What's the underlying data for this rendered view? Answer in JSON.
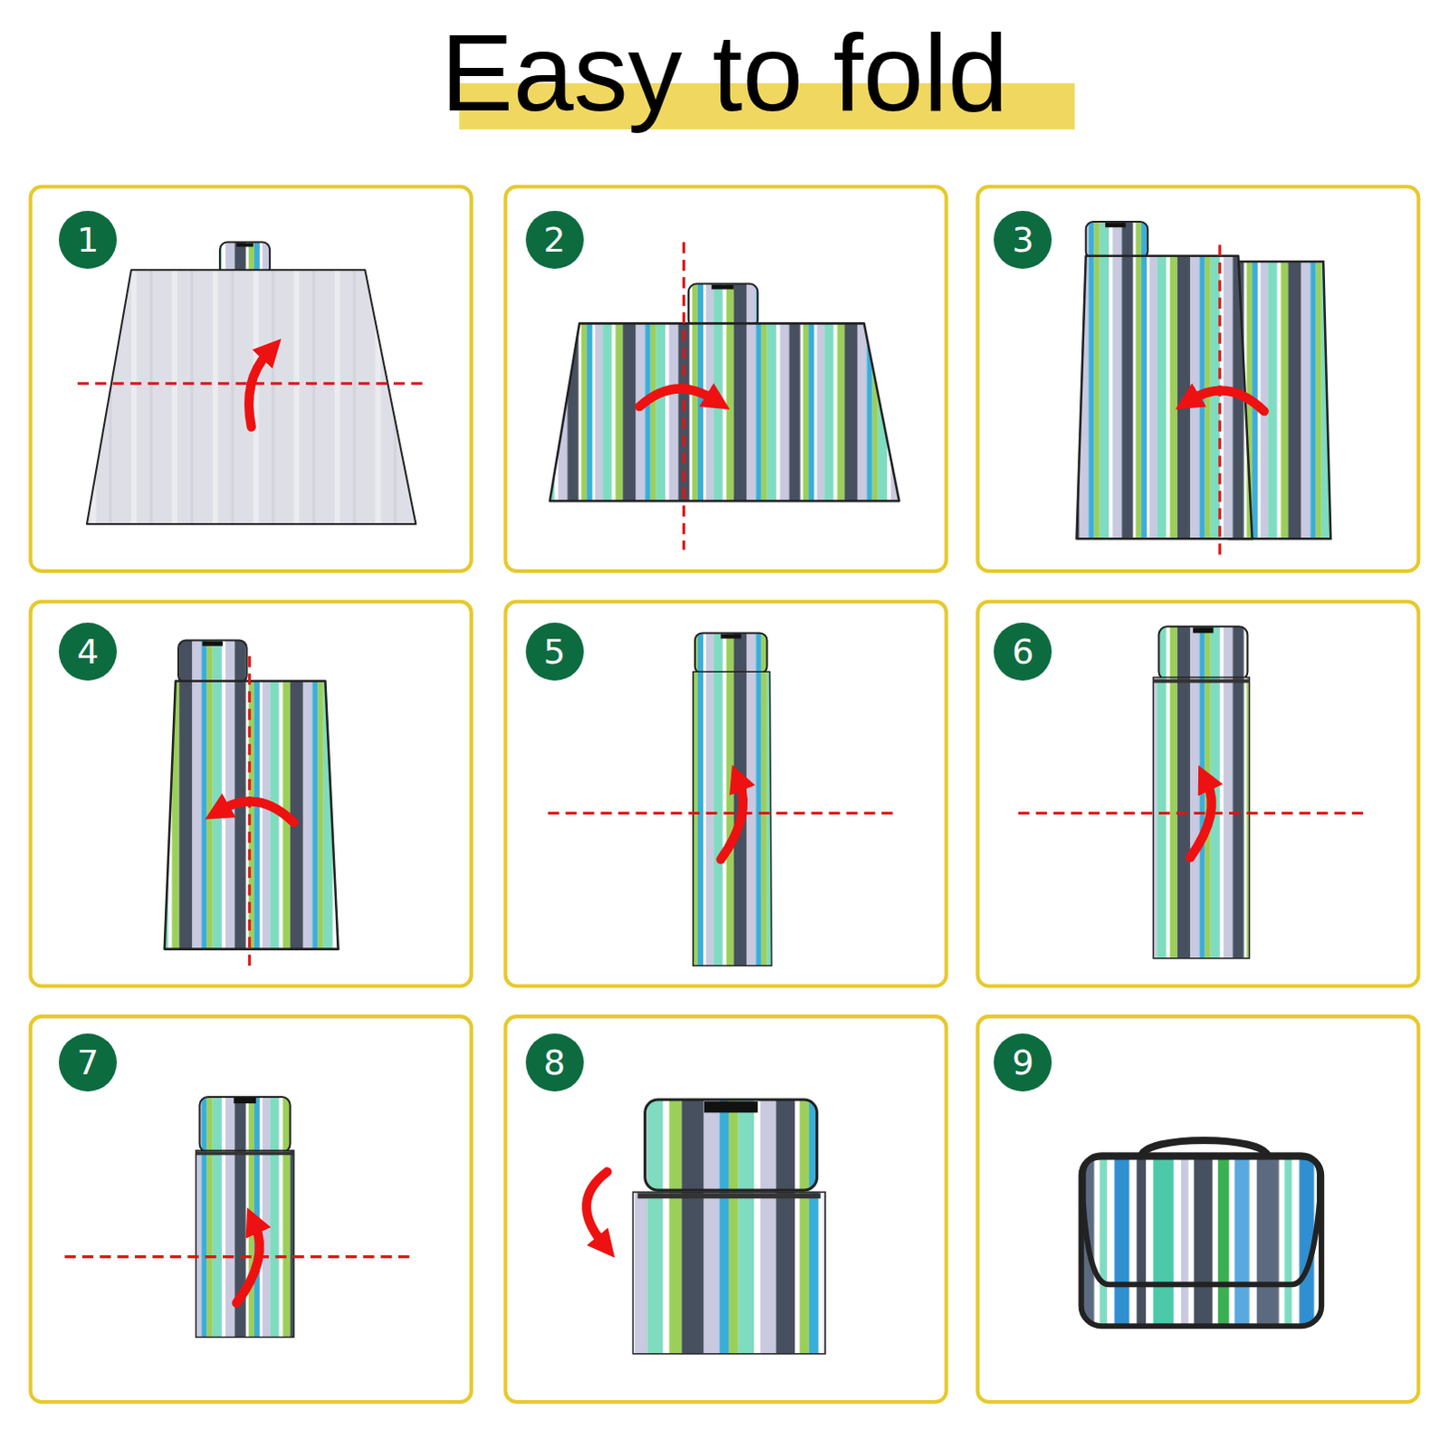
{
  "diagram": {
    "title": "Easy to fold",
    "nodes": [
      {
        "text": [
          "1"
        ]
      },
      {
        "text": [
          "2"
        ]
      },
      {
        "text": [
          "3"
        ]
      },
      {
        "text": [
          "4"
        ]
      },
      {
        "text": [
          "5"
        ]
      },
      {
        "text": [
          "6"
        ]
      },
      {
        "text": [
          "7"
        ]
      },
      {
        "text": [
          "8"
        ]
      },
      {
        "text": [
          "9"
        ]
      }
    ]
  }
}
